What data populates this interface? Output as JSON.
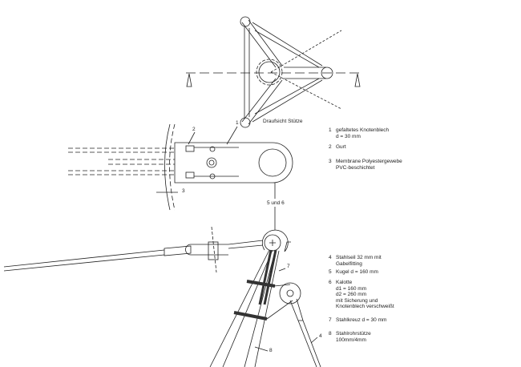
{
  "top_view": {
    "caption": "Draufsicht  Stütze",
    "callout": "1"
  },
  "detail_callouts": {
    "c1": "1",
    "c2": "2",
    "c3": "3",
    "c5_6": "5 und 6",
    "c7": "7",
    "c8": "8",
    "c4": "4"
  },
  "legend": [
    {
      "num": "1",
      "lines": [
        "gefaltetes Knotenblech",
        "d = 30 mm"
      ]
    },
    {
      "num": "2",
      "lines": [
        "Gurt"
      ]
    },
    {
      "num": "3",
      "lines": [
        "Membrane Polyestergewebe",
        "PVC-beschichtet"
      ]
    },
    {
      "num": "4",
      "lines": [
        "Stahlseil 32 mm mit",
        "Gabelfitting"
      ]
    },
    {
      "num": "5",
      "lines": [
        "Kugel d = 160 mm"
      ]
    },
    {
      "num": "6",
      "lines": [
        "Kalotte",
        "d1 = 160 mm",
        "d2 = 260 mm",
        "mit Sicherung und",
        "Knotenblech verschweißt"
      ]
    },
    {
      "num": "7",
      "lines": [
        "Stahlkreuz d = 30 mm"
      ]
    },
    {
      "num": "8",
      "lines": [
        "Stahlrohrstütze",
        "100mm/4mm"
      ]
    }
  ]
}
